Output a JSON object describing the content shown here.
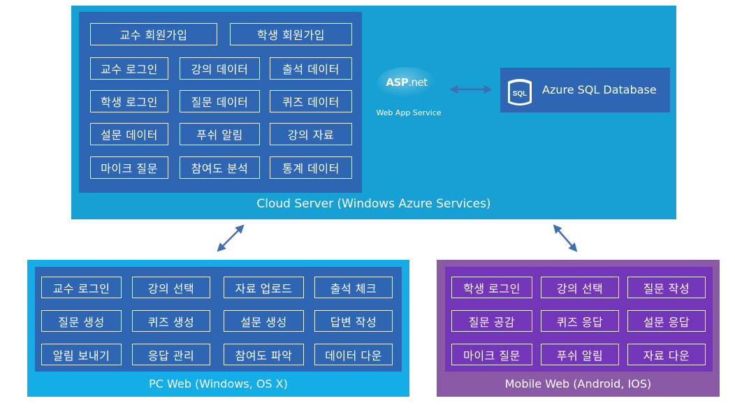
{
  "cloud": {
    "caption": "Cloud Server (Windows Azure Services)",
    "rows": [
      [
        "교수 회원가입",
        "학생 회원가입"
      ],
      [
        "교수 로그인",
        "강의 데이터",
        "출석 데이터"
      ],
      [
        "학생 로그인",
        "질문 데이터",
        "퀴즈 데이터"
      ],
      [
        "설문 데이터",
        "푸쉬 알림",
        "강의 자료"
      ],
      [
        "마이크 질문",
        "참여도 분석",
        "통계 데이터"
      ]
    ],
    "web_app": {
      "logo_bold": "ASP",
      "logo_light": ".net",
      "caption": "Web App Service"
    },
    "database": {
      "icon_label": "SQL",
      "label": "Azure SQL Database",
      "icon": "database-cylinder-icon"
    }
  },
  "pc": {
    "caption": "PC Web (Windows, OS X)",
    "rows": [
      [
        "교수 로그인",
        "강의 선택",
        "자료 업로드",
        "출석 체크"
      ],
      [
        "질문 생성",
        "퀴즈 생성",
        "설문 생성",
        "답변 작성"
      ],
      [
        "알림 보내기",
        "응답 관리",
        "참여도 파악",
        "데이터 다운"
      ]
    ]
  },
  "mobile": {
    "caption": "Mobile Web (Android, IOS)",
    "rows": [
      [
        "학생 로그인",
        "강의 선택",
        "질문 작성"
      ],
      [
        "질문 공감",
        "퀴즈 응답",
        "설문 응답"
      ],
      [
        "마이크 질문",
        "푸쉬 알림",
        "자료 다운"
      ]
    ]
  },
  "colors": {
    "cloud_bg": "#17a0d3",
    "pc_bg": "#13aee8",
    "mobile_bg": "#8a5aa6",
    "inner_blue": "#2f66b3",
    "inner_purple": "#7436b8",
    "arrow": "#3f6fb2"
  }
}
